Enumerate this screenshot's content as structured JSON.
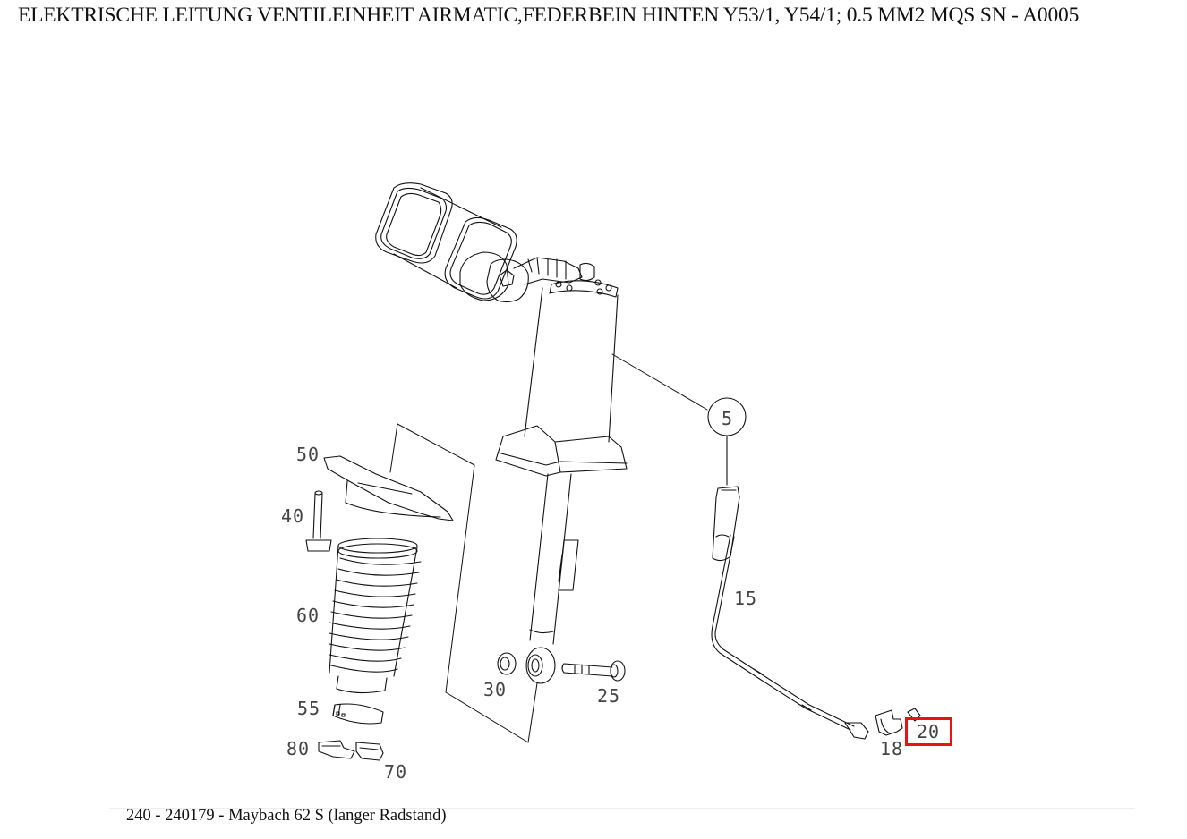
{
  "header": {
    "title": "ELEKTRISCHE LEITUNG VENTILEINHEIT AIRMATIC,FEDERBEIN HINTEN Y53/1, Y54/1; 0.5 MM2 MQS SN - A0005"
  },
  "diagram": {
    "callouts": [
      {
        "id": "5",
        "label": "5",
        "circled": true
      },
      {
        "id": "15",
        "label": "15"
      },
      {
        "id": "18",
        "label": "18"
      },
      {
        "id": "20",
        "label": "20",
        "highlighted": true
      },
      {
        "id": "25",
        "label": "25"
      },
      {
        "id": "30",
        "label": "30"
      },
      {
        "id": "40",
        "label": "40"
      },
      {
        "id": "50",
        "label": "50"
      },
      {
        "id": "55",
        "label": "55"
      },
      {
        "id": "60",
        "label": "60"
      },
      {
        "id": "70",
        "label": "70"
      },
      {
        "id": "80",
        "label": "80"
      }
    ],
    "highlight_color": "#ee1111"
  },
  "footer": {
    "caption": "240 - 240179 - Maybach 62 S (langer Radstand)"
  }
}
